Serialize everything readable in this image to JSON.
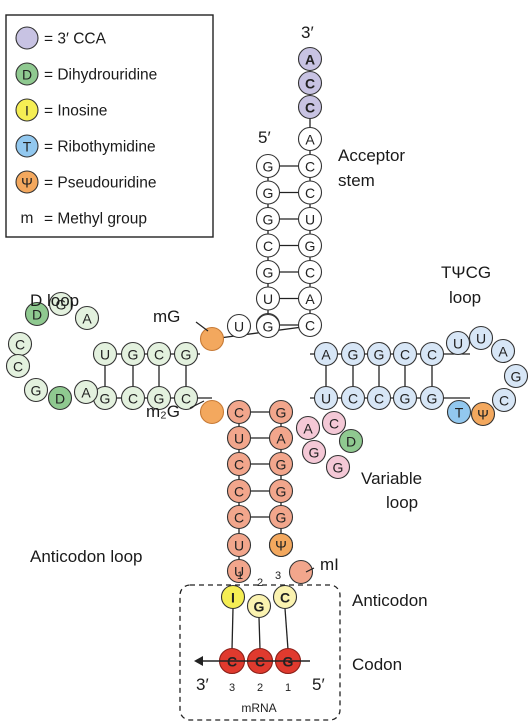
{
  "legend": {
    "items": [
      {
        "symbol": "",
        "text": "= 3′ CCA",
        "color": "#c8c3e3"
      },
      {
        "symbol": "D",
        "text": "= Dihydrouridine",
        "color": "#8fc990"
      },
      {
        "symbol": "I",
        "text": "= Inosine",
        "color": "#f5ee54"
      },
      {
        "symbol": "T",
        "text": "= Ribothymidine",
        "color": "#92c8ef"
      },
      {
        "symbol": "Ψ",
        "text": "= Pseudouridine",
        "color": "#f3a85e"
      },
      {
        "symbol": "m",
        "text": "= Methyl group",
        "color": ""
      }
    ]
  },
  "labels": {
    "three_prime_top": "3′",
    "five_prime_acceptor": "5′",
    "acceptor_stem_1": "Acceptor",
    "acceptor_stem_2": "stem",
    "tpsicg_1": "TΨCG",
    "tpsicg_2": "loop",
    "d_loop": "D loop",
    "mG": "mG",
    "m2G": "m₂G",
    "variable_1": "Variable",
    "variable_2": "loop",
    "anticodon_loop": "Anticodon loop",
    "mI": "mI",
    "anticodon": "Anticodon",
    "codon": "Codon",
    "three_prime_codon": "3′",
    "five_prime_codon": "5′",
    "mrna": "mRNA",
    "anticodon_num_1": "1",
    "anticodon_num_2": "2",
    "anticodon_num_3": "3",
    "codon_num_3": "3",
    "codon_num_2": "2",
    "codon_num_1": "1"
  },
  "colors": {
    "cca": "#c8c3e3",
    "d": "#8fc990",
    "inosine": "#f5ee54",
    "t": "#92c8ef",
    "psi": "#f3a85e",
    "d_loop_fill": "#e3f1de",
    "t_loop_fill": "#d7e6f6",
    "anticodon_stem_fill": "#f2a68c",
    "variable_fill": "#f4c8d6",
    "codon": "#e03a2e",
    "anticodon_pale": "#fbf3b0",
    "plain": "#ffffff"
  },
  "nucleotides": {
    "cca": [
      "A",
      "C",
      "C"
    ],
    "acceptor_3prime": [
      "A",
      "C",
      "C",
      "U",
      "G",
      "C",
      "A",
      "C"
    ],
    "acceptor_5prime": [
      "G",
      "G",
      "G",
      "C",
      "G",
      "U",
      "U"
    ],
    "d_stem_top": [
      "U",
      "G",
      "C",
      "G"
    ],
    "d_stem_bottom": [
      "G",
      "C",
      "G",
      "C"
    ],
    "d_loop": [
      "D",
      "G",
      "A",
      "C",
      "C",
      "G",
      "D",
      "A"
    ],
    "t_stem_top": [
      "A",
      "G",
      "G",
      "C",
      "C"
    ],
    "t_stem_bottom": [
      "U",
      "C",
      "C",
      "G",
      "G"
    ],
    "t_loop": [
      "U",
      "U",
      "A",
      "G",
      "C",
      "Ψ",
      "T"
    ],
    "anticodon_left": [
      "C",
      "U",
      "C",
      "C",
      "C",
      "U",
      "U"
    ],
    "anticodon_right": [
      "G",
      "A",
      "G",
      "G",
      "G",
      "G",
      "Ψ"
    ],
    "variable": [
      "A",
      "C",
      "D",
      "G",
      "G"
    ],
    "anticodon": [
      "I",
      "G",
      "C"
    ],
    "codon": [
      "C",
      "C",
      "G"
    ],
    "junction": [
      "U",
      "G",
      "C"
    ]
  }
}
